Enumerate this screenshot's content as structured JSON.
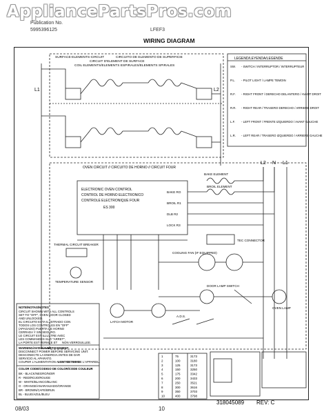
{
  "watermark": "AppliancePartsPros.com",
  "header": {
    "pub_label": "Publication No.",
    "pub_number": "5995396125",
    "model_prefix": "LFEF3",
    "title": "WIRING DIAGRAM"
  },
  "surface": {
    "title_en": "SURFACE-ELEMENTS-CIRCUIT",
    "title_es": "CIRCUITO DE ELEMENTO DE SUPERFICIE",
    "title_fr": "CIRCUIT D'ELEMENT DE SURFACE",
    "subtitle": "COIL ELEMENTS/ELEMENTS ESPIRALES/ELEMENTS SPIRALES"
  },
  "legend": {
    "title": "LEGEND/LEYENDA/LEGENDE",
    "rows": [
      {
        "code": "SW.",
        "text": "- SWITCH / INTERRUPTOR / INTERRUPTEUR"
      },
      {
        "code": "P.L.",
        "text": "- PILOT LIGHT / LAMPE TEMOIN"
      },
      {
        "code": "R.F.",
        "text": "- RIGHT FRONT / DERECHO DELANTERO / AVANT DROIT"
      },
      {
        "code": "R.R.",
        "text": "- RIGHT REAR / TRASERO DERECHO / ARRIERE DROIT"
      },
      {
        "code": "L.F.",
        "text": "- LEFT FRONT / FRENTE IZQUIERDO / AVANT GAUCHE"
      },
      {
        "code": "L.R.",
        "text": "- LEFT REAR / TRASERO IZQUIERDO / ARRIERE GAUCHE"
      }
    ]
  },
  "oven": {
    "title": "OVEN CIRCUIT // CIRCUITO DE HORNO // CIRCUIT FOUR",
    "control_lines": [
      "ELECTRONIC OVEN CONTROL",
      "CONTROL DE HORNO ELECTRONICO",
      "CONTROLE ELECTRONIQUE FOUR",
      "ES 300"
    ],
    "relays": [
      "BAKE RO",
      "BROIL R1",
      "DLB R2",
      "LOCK R3"
    ],
    "labels": {
      "bake_element": "BAKE ELEMENT",
      "broil_element": "BROIL ELEMENT",
      "tec": "TEC CONNECTOR",
      "thermal_breaker": "THERMAL CIRCUIT BREAKER",
      "cooling_fan": "COOLING FAN (IF EQUIPPED)",
      "door_switch": "DOOR LAMP SWITCH",
      "oven_lamp": "OVEN LAMP",
      "lock_motor": "LATCH MOTOR",
      "temp_sensor": "TEMPERATURE SENSOR",
      "ads": "A.D.S.",
      "l2": "L2",
      "n": "N",
      "l1": "L1"
    }
  },
  "notes": {
    "heading": "NOTE/NOTAS/NOTES",
    "lines": [
      "CIRCUIT SHOWN WITH ALL CONTROLS",
      "SET TO \"OFF\", OVEN DOOR CLOSED",
      "AND UNLOCKED.",
      "EL CIRCUITO ESTA ILUSTRADO CON",
      "TODOS LOS CONTROLES EN \"OFF\"",
      "(APAGADO) PUERTA DE HORNO",
      "CERRADA Y SIN SEGURO.",
      "LE CIRCUIT EST ILLUSTRE AVEC",
      "LES COMMANDES SUR \"ARRET\",",
      "LA PORTE EST FERMEE ET",
      "NON VERROUILLEE."
    ],
    "warning_heading": "WARNING/AVISO/AVERTISSEMENT",
    "warning_lines": [
      "DISCONNECT POWER BEFORE SERVICING UNIT.",
      "DESCONECTE LA ENERGIA ANTES DE DAR",
      "SERVICIO AL APARATO.",
      "COUPER L'ALIMENTATION AVANT DE FAIRE",
      "L'ENTRETIEN DE L'APPAREIL."
    ],
    "color_heading": "COLOR CODE/CODIGO DE COLOR/CODE COULEUR",
    "color_rows": [
      "BK - BLACK/NEGRO/NOIR",
      "R - RED/ROJO/ROUGE",
      "W - WHITE/BLANCO/BLANC",
      "O - ORANGE/ANARANJADO/ORANGE",
      "BR - BROWN/CAFE/BRUN",
      "BL - BLUE/AZUL/BLEU"
    ]
  },
  "temp_table": {
    "rows": [
      [
        "1",
        "75",
        "3173"
      ],
      [
        "2",
        "100",
        "3180"
      ],
      [
        "3",
        "125",
        "3173"
      ],
      [
        "4",
        "150",
        "3250"
      ],
      [
        "5",
        "175",
        "3342"
      ],
      [
        "6",
        "200",
        "3433"
      ],
      [
        "7",
        "250",
        "3521"
      ],
      [
        "8",
        "300",
        "3616"
      ],
      [
        "9",
        "350",
        "3703"
      ],
      [
        "10",
        "400",
        "3798"
      ]
    ]
  },
  "part_number": "318045089",
  "revision": "REV: C",
  "footer": {
    "date": "08/03",
    "page": "10"
  }
}
